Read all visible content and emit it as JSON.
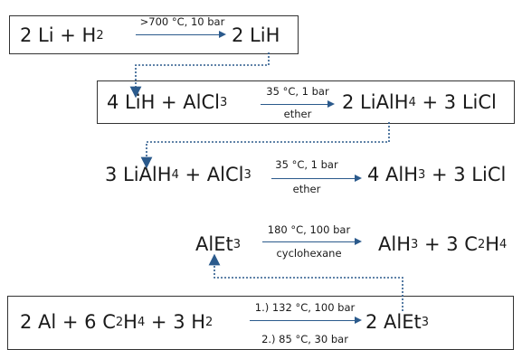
{
  "reactions": [
    {
      "lhs": [
        {
          "t": "2 Li + H"
        },
        {
          "s": "2"
        }
      ],
      "rhs": [
        {
          "t": "2 LiH"
        }
      ],
      "cond_above": ">700 °C, 10 bar",
      "cond_below": ""
    },
    {
      "lhs": [
        {
          "t": "4 LiH + AlCl"
        },
        {
          "s": "3"
        }
      ],
      "rhs": [
        {
          "t": "2 LiAlH"
        },
        {
          "s": "4"
        },
        {
          "t": " + 3 LiCl"
        }
      ],
      "cond_above": "35 °C, 1 bar",
      "cond_below": "ether"
    },
    {
      "lhs": [
        {
          "t": "3 LiAlH"
        },
        {
          "s": "4"
        },
        {
          "t": " + AlCl"
        },
        {
          "s": "3"
        }
      ],
      "rhs": [
        {
          "t": "4 AlH"
        },
        {
          "s": "3"
        },
        {
          "t": " + 3 LiCl"
        }
      ],
      "cond_above": "35 °C, 1 bar",
      "cond_below": "ether"
    },
    {
      "lhs": [
        {
          "t": "AlEt"
        },
        {
          "s": "3"
        }
      ],
      "rhs": [
        {
          "t": "AlH"
        },
        {
          "s": "3"
        },
        {
          "t": " + 3 C"
        },
        {
          "s": "2"
        },
        {
          "t": "H"
        },
        {
          "s": "4"
        }
      ],
      "cond_above": "180 °C, 100 bar",
      "cond_below": "cyclohexane"
    },
    {
      "lhs": [
        {
          "t": "2 Al + 6 C"
        },
        {
          "s": "2"
        },
        {
          "t": "H"
        },
        {
          "s": "4"
        },
        {
          "t": " + 3 H"
        },
        {
          "s": "2"
        }
      ],
      "rhs": [
        {
          "t": "2 AlEt"
        },
        {
          "s": "3"
        }
      ],
      "cond_above": "1.) 132 °C, 100 bar",
      "cond_below": "2.) 85 °C, 30 bar"
    }
  ],
  "colors": {
    "arrow": "#2b5a8c",
    "box_border": "#333333",
    "text": "#1a1a1a"
  }
}
